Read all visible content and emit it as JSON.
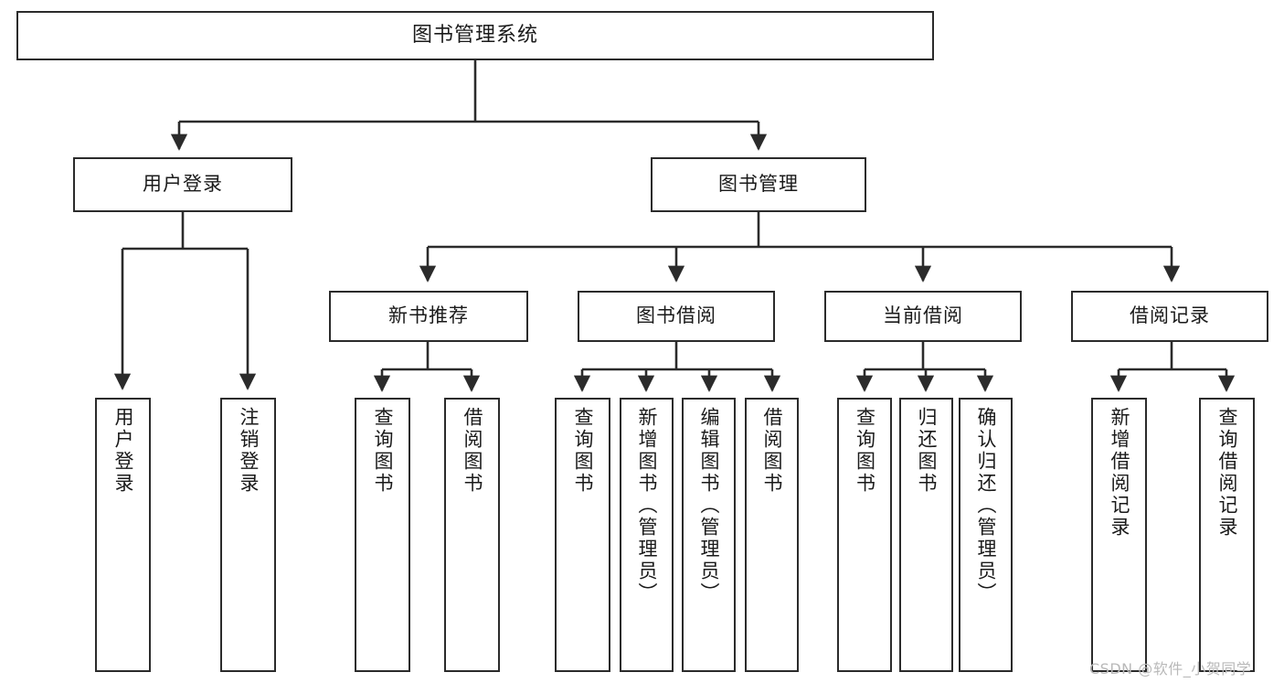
{
  "diagram": {
    "title": "图书管理系统",
    "type": "tree",
    "levels": 4,
    "root": {
      "id": "root",
      "label": "图书管理系统"
    },
    "level2": [
      {
        "id": "user-login",
        "label": "用户登录"
      },
      {
        "id": "book-manage",
        "label": "图书管理"
      }
    ],
    "level3": [
      {
        "id": "new-book-recommend",
        "label": "新书推荐",
        "parent": "book-manage"
      },
      {
        "id": "book-borrow",
        "label": "图书借阅",
        "parent": "book-manage"
      },
      {
        "id": "current-borrow",
        "label": "当前借阅",
        "parent": "book-manage"
      },
      {
        "id": "borrow-record",
        "label": "借阅记录",
        "parent": "book-manage"
      }
    ],
    "leaves": [
      {
        "id": "leaf-user-login",
        "label": "用户登录",
        "parent": "user-login"
      },
      {
        "id": "leaf-user-logout",
        "label": "注销登录",
        "parent": "user-login"
      },
      {
        "id": "leaf-query-book-rec",
        "label": "查询图书",
        "parent": "new-book-recommend"
      },
      {
        "id": "leaf-borrow-book-rec",
        "label": "借阅图书",
        "parent": "new-book-recommend"
      },
      {
        "id": "leaf-query-book-borrow",
        "label": "查询图书",
        "parent": "book-borrow"
      },
      {
        "id": "leaf-add-book",
        "label": "新增图书（管理员）",
        "parent": "book-borrow"
      },
      {
        "id": "leaf-edit-book",
        "label": "编辑图书（管理员）",
        "parent": "book-borrow"
      },
      {
        "id": "leaf-borrow-book",
        "label": "借阅图书",
        "parent": "book-borrow"
      },
      {
        "id": "leaf-query-book-cur",
        "label": "查询图书",
        "parent": "current-borrow"
      },
      {
        "id": "leaf-return-book",
        "label": "归还图书",
        "parent": "current-borrow"
      },
      {
        "id": "leaf-confirm-return",
        "label": "确认归还（管理员）",
        "parent": "current-borrow"
      },
      {
        "id": "leaf-add-record",
        "label": "新增借阅记录",
        "parent": "borrow-record"
      },
      {
        "id": "leaf-query-record",
        "label": "查询借阅记录",
        "parent": "borrow-record"
      }
    ],
    "colors": {
      "stroke": "#2b2b2b",
      "fill": "#ffffff",
      "text": "#1a1a1a",
      "watermark": "#b9b9b9"
    }
  },
  "watermark": {
    "text": "CSDN @软件_小贺同学"
  }
}
